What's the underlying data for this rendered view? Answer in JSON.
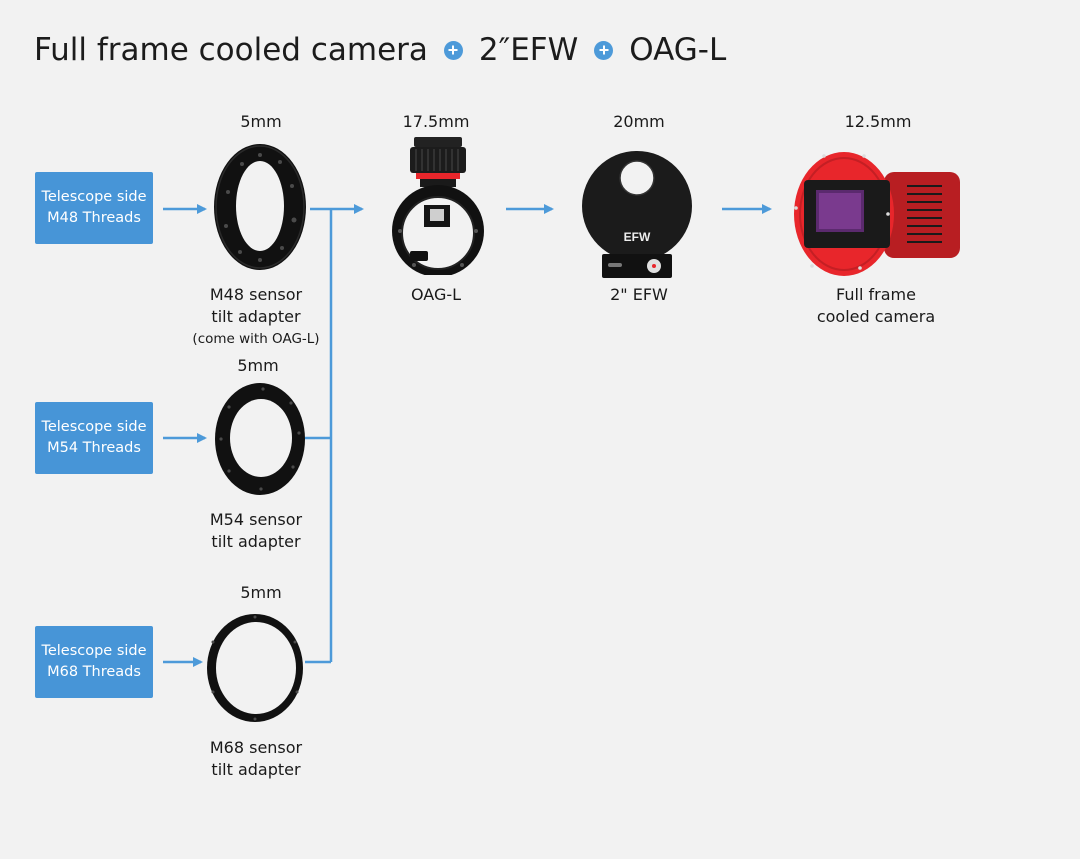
{
  "title": {
    "part1": "Full frame cooled camera",
    "part2": "2″EFW",
    "part3": "OAG-L",
    "plus_icon": "plus-circle-icon"
  },
  "telescope_sides": [
    {
      "line1": "Telescope side",
      "line2": "M48 Threads"
    },
    {
      "line1": "Telescope side",
      "line2": "M54 Threads"
    },
    {
      "line1": "Telescope side",
      "line2": "M68 Threads"
    }
  ],
  "adapters": [
    {
      "thickness": "5mm",
      "line1": "M48 sensor",
      "line2": "tilt adapter",
      "note": "(come with OAG-L)"
    },
    {
      "thickness": "5mm",
      "line1": "M54 sensor",
      "line2": "tilt adapter"
    },
    {
      "thickness": "5mm",
      "line1": "M68 sensor",
      "line2": "tilt adapter"
    }
  ],
  "components": [
    {
      "thickness": "17.5mm",
      "line1": "OAG-L"
    },
    {
      "thickness": "20mm",
      "line1": "2\" EFW",
      "efw_text": "EFW"
    },
    {
      "thickness": "12.5mm",
      "line1": "Full frame",
      "line2": "cooled camera"
    }
  ],
  "colors": {
    "accent": "#4795d7",
    "arrow": "#4d9ad9",
    "camera_red": "#e8262b",
    "background": "#f2f2f2"
  }
}
